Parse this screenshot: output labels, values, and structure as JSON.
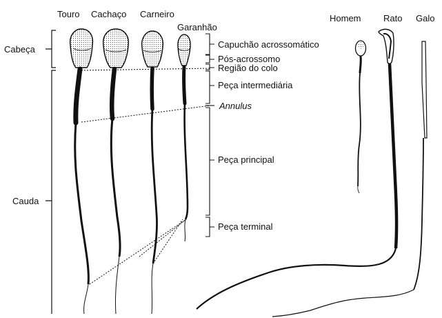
{
  "species": {
    "touro": "Touro",
    "cachaco": "Cachaço",
    "carneiro": "Carneiro",
    "garanhao": "Garanhão",
    "homem": "Homem",
    "rato": "Rato",
    "galo": "Galo"
  },
  "regions": {
    "cabeca": "Cabeça",
    "cauda": "Cauda"
  },
  "parts": {
    "capuchao": "Capuchão acrossomático",
    "pos_acrossomo": "Pós-acrossomo",
    "regiao_colo": "Região do colo",
    "peca_intermediaria": "Peça intermediária",
    "annulus": "Annulus",
    "peca_principal": "Peça principal",
    "peca_terminal": "Peça terminal"
  },
  "colors": {
    "ink": "#111111",
    "stipple": "#555555"
  }
}
